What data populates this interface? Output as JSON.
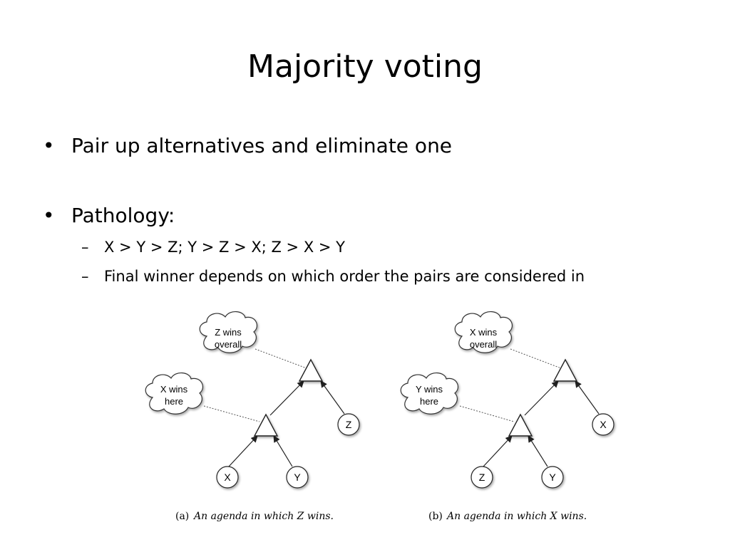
{
  "slide": {
    "title": "Majority voting",
    "bullets": [
      {
        "text": "Pair up alternatives and eliminate one"
      },
      {
        "text": "Pathology:"
      }
    ],
    "subbullets": [
      {
        "text": "X > Y > Z;  Y > Z > X; Z > X > Y"
      },
      {
        "text": "Final winner depends on which order the pairs are considered in"
      }
    ],
    "bullet_glyph": "•",
    "dash_glyph": "–"
  },
  "figure": {
    "a": {
      "top_cloud": [
        "Z wins",
        "overall"
      ],
      "mid_cloud": [
        "X wins",
        "here"
      ],
      "leaf_left": "X",
      "leaf_mid": "Y",
      "leaf_right": "Z",
      "caption_label": "(a)",
      "caption_text": "An agenda in which Z wins."
    },
    "b": {
      "top_cloud": [
        "X wins",
        "overall"
      ],
      "mid_cloud": [
        "Y wins",
        "here"
      ],
      "leaf_left": "Z",
      "leaf_mid": "Y",
      "leaf_right": "X",
      "caption_label": "(b)",
      "caption_text": "An agenda in which X wins."
    }
  }
}
